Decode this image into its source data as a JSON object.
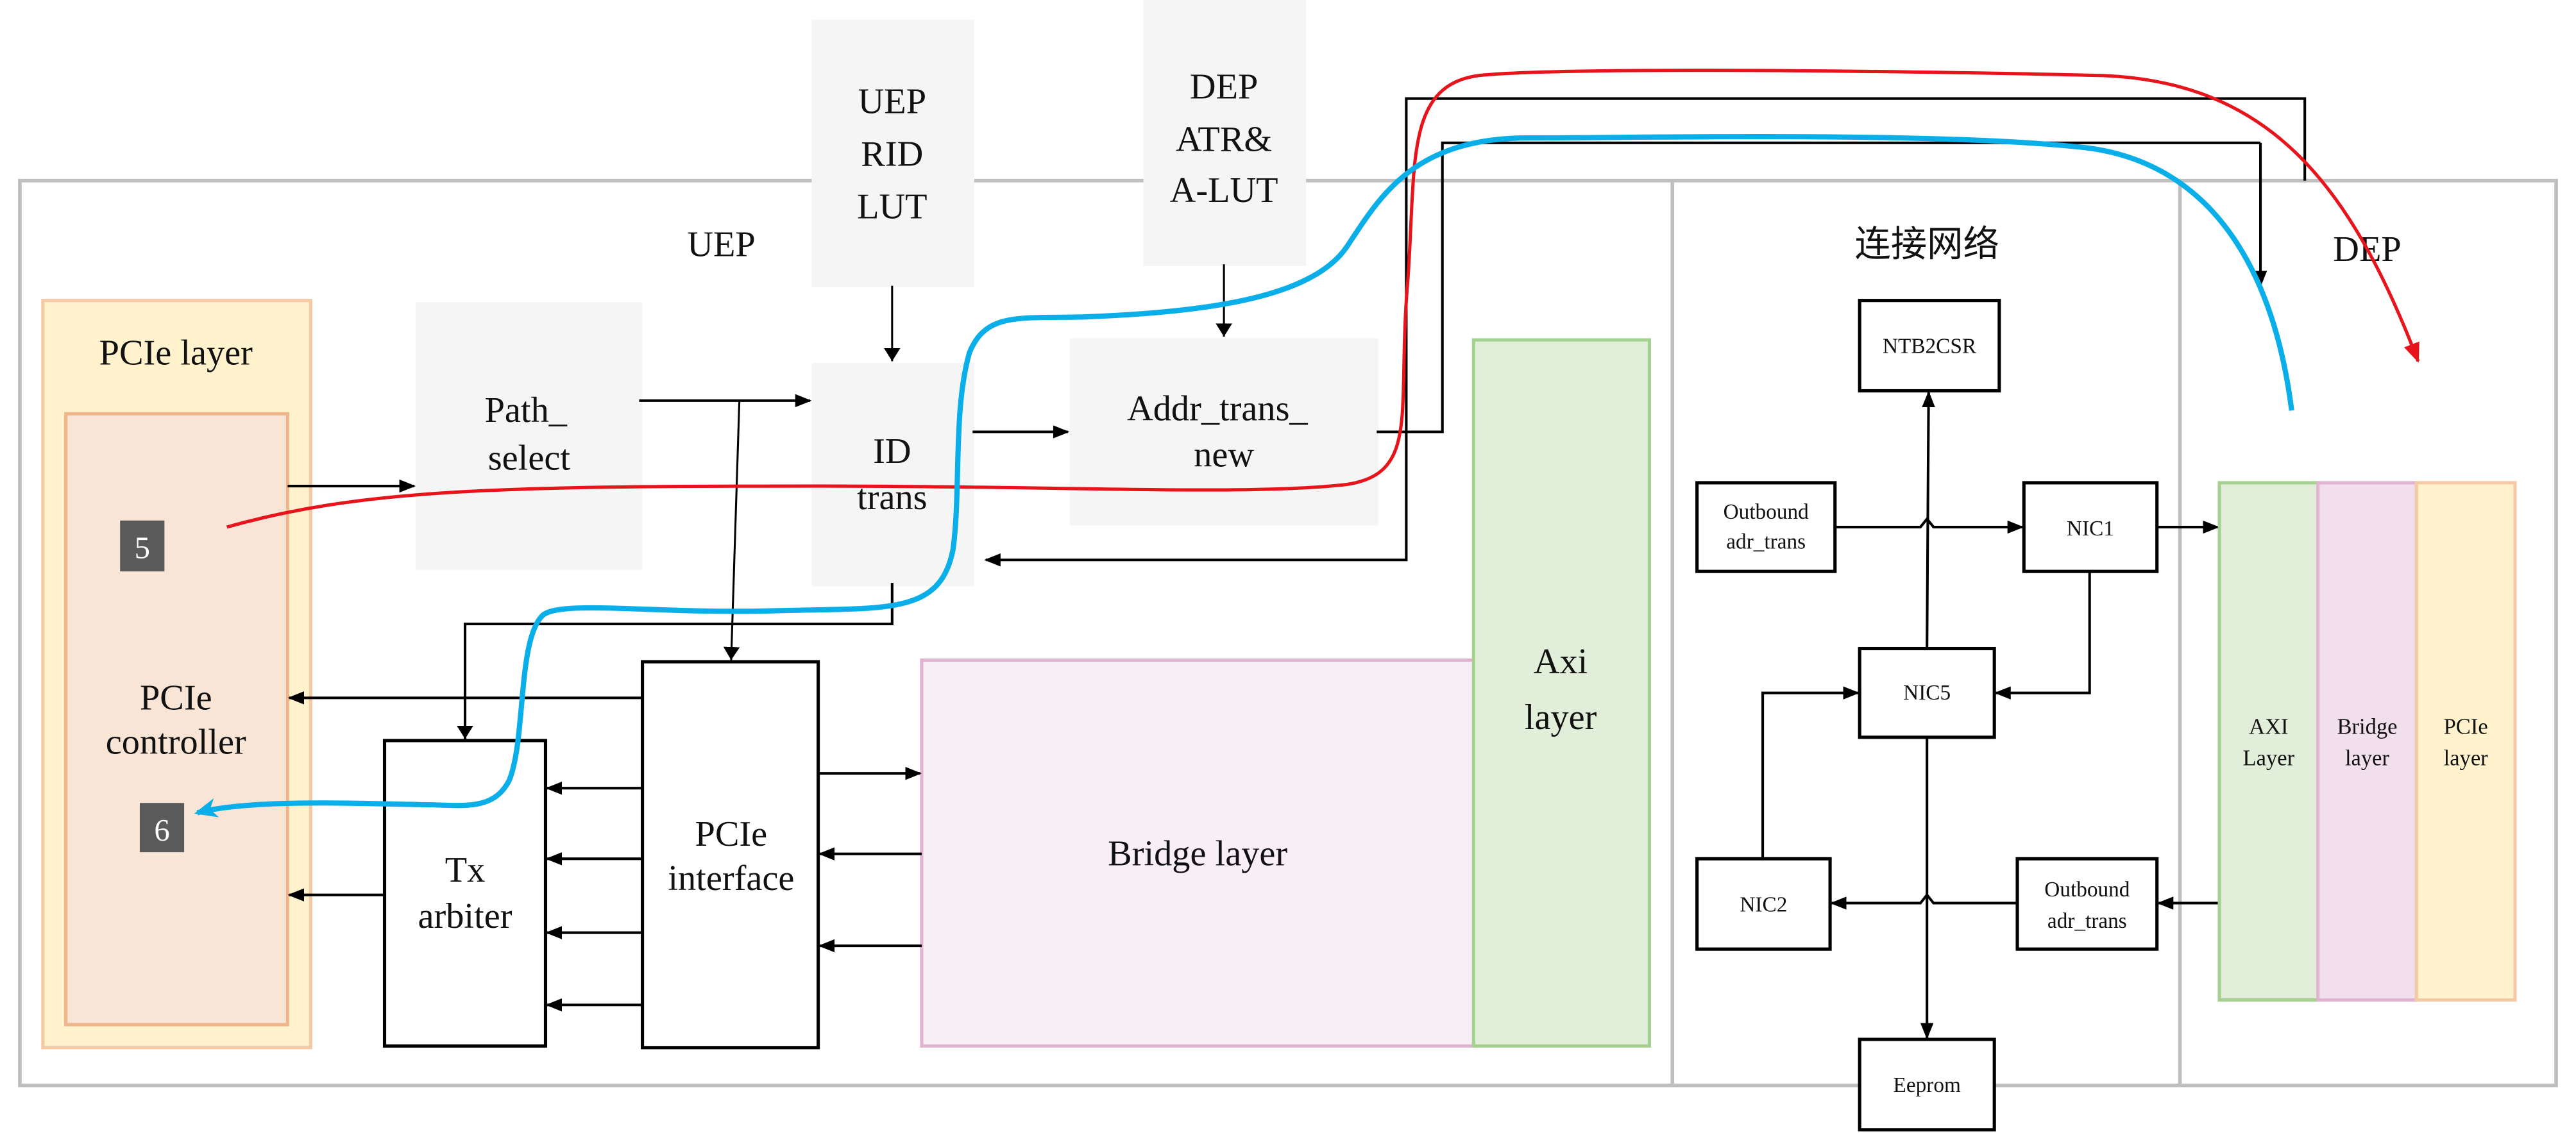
{
  "diagram": {
    "sections": {
      "uep": "UEP",
      "network": "连接网络",
      "dep": "DEP"
    },
    "uep_blocks": {
      "pcie_layer": "PCIe layer",
      "pcie_controller": [
        "PCIe",
        "controller"
      ],
      "path_select": [
        "Path_",
        "select"
      ],
      "uep_rid_lut": [
        "UEP",
        "RID",
        "LUT"
      ],
      "dep_atr_alut": [
        "DEP",
        "ATR&",
        "A-LUT"
      ],
      "id_trans": [
        "ID",
        "trans"
      ],
      "addr_trans_new": [
        "Addr_trans_",
        "new"
      ],
      "axi_layer": [
        "Axi",
        "layer"
      ],
      "bridge_layer": "Bridge layer",
      "tx_arbiter": [
        "Tx",
        "arbiter"
      ],
      "pcie_interface": [
        "PCIe",
        "interface"
      ]
    },
    "network_blocks": {
      "ntb2csr": "NTB2CSR",
      "outbound_top": [
        "Outbound",
        "adr_trans"
      ],
      "nic1": "NIC1",
      "nic5": "NIC5",
      "nic2": "NIC2",
      "outbound_bottom": [
        "Outbound",
        "adr_trans"
      ],
      "eeprom": "Eeprom"
    },
    "dep_blocks": {
      "axi_layer": [
        "AXI",
        "Layer"
      ],
      "bridge_layer": [
        "Bridge",
        "layer"
      ],
      "pcie_layer": [
        "PCIe",
        "layer"
      ]
    },
    "badges": {
      "step5": "5",
      "step6": "6"
    },
    "colors": {
      "frame": "#bfbfbf",
      "pcie_layer_fill": "#fff2cc",
      "pcie_layer_stroke": "#f5c9a5",
      "controller_fill": "#f8e5d6",
      "controller_stroke": "#f0b58a",
      "gray_block": "#f5f5f5",
      "axi_fill": "#e1eed9",
      "axi_stroke": "#a6d08f",
      "bridge_fill": "#f8eef5",
      "bridge_stroke": "#e0b4d0",
      "dep_bridge_fill": "#f2dfec",
      "red_path": "#e8141c",
      "blue_path": "#0aaee8",
      "badge": "#5a5a5a"
    }
  }
}
